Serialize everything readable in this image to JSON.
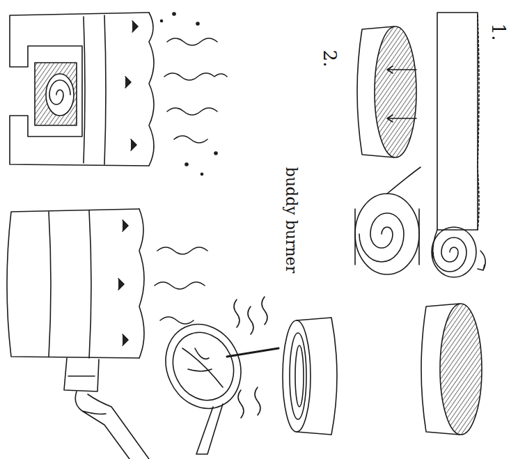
{
  "diagram": {
    "labels": [
      "1.",
      "2.",
      "buddy burner"
    ]
  }
}
